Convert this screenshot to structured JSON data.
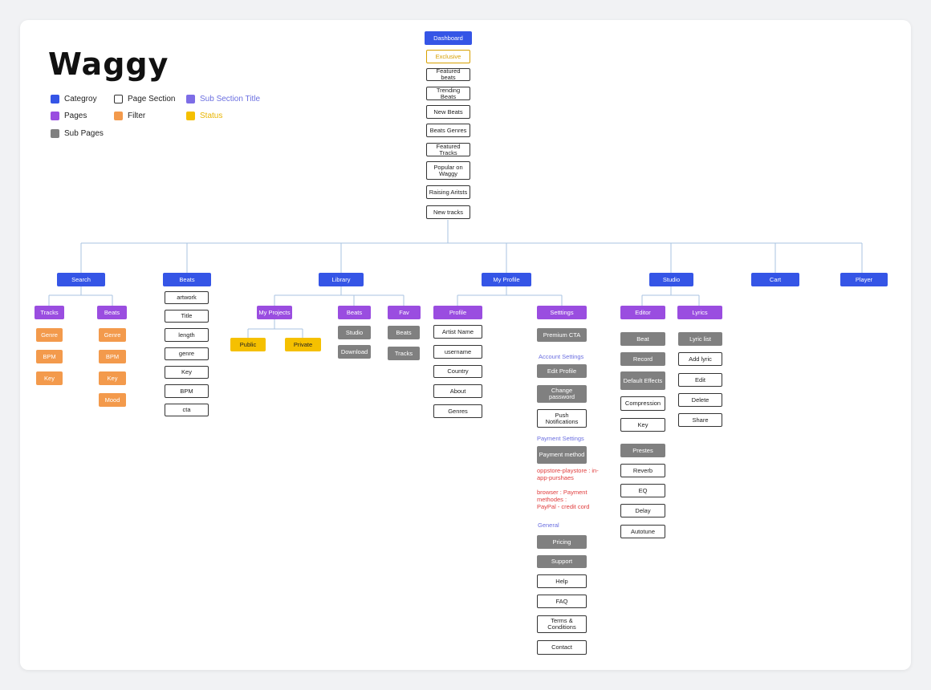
{
  "title": "Waggy",
  "colors": {
    "category": "#3555e6",
    "page": "#9a4de0",
    "page_section_border": "#333333",
    "sub_section_title": "#6b6fe0",
    "filter": "#f39a4c",
    "status": "#f5c000",
    "sub_pages": "#808080",
    "note": "#e03c3c",
    "connector": "#a9c3e2"
  },
  "legend": {
    "category": "Categroy",
    "page_section": "Page Section",
    "sub_section_title": "Sub Section Title",
    "pages": "Pages",
    "filter": "Filter",
    "status": "Status",
    "sub_pages": "Sub Pages"
  },
  "dashboard": {
    "label": "Dashboard",
    "items": [
      "Exclusive",
      "Featured beats",
      "Trending Beats",
      "New Beats",
      "Beats Genres",
      "Featured Tracks",
      "Popular on Waggy",
      "Raising Aritsts",
      "New tracks"
    ]
  },
  "categories": {
    "search": "Search",
    "beats": "Beats",
    "library": "Library",
    "my_profile": "My Profile",
    "studio": "Studio",
    "cart": "Cart",
    "player": "Player"
  },
  "search": {
    "tracks": {
      "label": "Tracks",
      "filters": [
        "Genre",
        "BPM",
        "Key"
      ]
    },
    "beats": {
      "label": "Beats",
      "filters": [
        "Genre",
        "BPM",
        "Key",
        "Mood"
      ]
    }
  },
  "beats_sections": [
    "artwork",
    "Title",
    "length",
    "genre",
    "Key",
    "BPM",
    "cta"
  ],
  "library": {
    "my_projects": {
      "label": "My Projects",
      "statuses": [
        "Public",
        "Private"
      ]
    },
    "beats": {
      "label": "Beats",
      "subpages": [
        "Studio",
        "Download"
      ]
    },
    "fav": {
      "label": "Fav",
      "subpages": [
        "Beats",
        "Tracks"
      ]
    }
  },
  "profile": {
    "label": "Profile",
    "sections": [
      "Artist Name",
      "username",
      "Country",
      "About",
      "Genres"
    ]
  },
  "settings": {
    "label": "Setttings",
    "premium": "Premium CTA",
    "account_title": "Account Settings",
    "account_items": [
      "Edit Profile",
      "Change password"
    ],
    "push": "Push Notifications",
    "payment_title": "Payment Settings",
    "payment_method": "Payment method",
    "note_store": "oppstore-playstore : in-app-purshaes",
    "note_browser": "browser : Payment methodes :\nPayPal - credit cord",
    "general_title": "General",
    "general_subpages": [
      "Pricing",
      "Support"
    ],
    "general_sections": [
      "Help",
      "FAQ",
      "Terms & Conditions",
      "Contact"
    ]
  },
  "studio": {
    "editor": {
      "label": "Editor",
      "items": [
        "Beat",
        "Record",
        "Default Effects",
        "Compression",
        "Key",
        "Prestes",
        "Reverb",
        "EQ",
        "Delay",
        "Autotune"
      ]
    },
    "lyrics": {
      "label": "Lyrics",
      "items": [
        "Lyric list",
        "Add lyric",
        "Edit",
        "Delete",
        "Share"
      ]
    }
  }
}
